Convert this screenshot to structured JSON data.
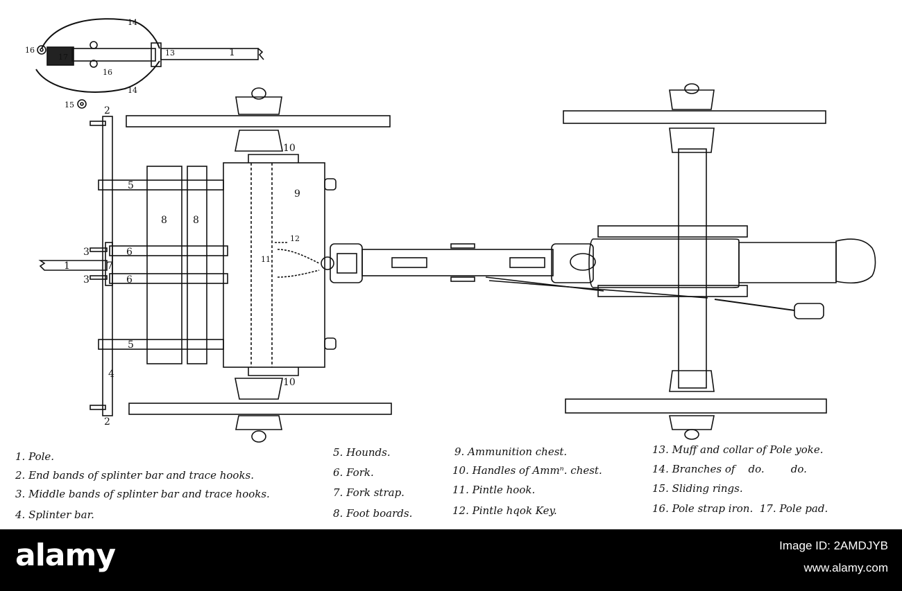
{
  "colors": {
    "ink": "#111111",
    "paper": "#ffffff",
    "footer": "#000000",
    "footer_text": "#ffffff"
  },
  "diagram": {
    "callouts": {
      "n1": "1",
      "n2": "2",
      "n3": "3",
      "n4": "4",
      "n5": "5",
      "n6": "6",
      "n7": "7",
      "n8": "8",
      "n9": "9",
      "n10": "10",
      "n11": "11",
      "n12": "12",
      "n13": "13",
      "n14": "14",
      "n15": "15",
      "n16": "16",
      "n17": "17"
    }
  },
  "legend": [
    "1. Pole.",
    "2. End bands of splinter bar and trace hooks.",
    "3. Middle bands of splinter bar and trace hooks.",
    "4. Splinter bar.",
    "5. Hounds.",
    "6. Fork.",
    "7. Fork strap.",
    "8. Foot boards.",
    "9. Ammunition chest.",
    "10. Handles of Ammⁿ. chest.",
    "11. Pintle hook.",
    "12. Pintle hqok Key.",
    "13. Muff and collar of Pole yoke.",
    "14. Branches of    do.        do.",
    "15. Sliding rings.",
    "16. Pole strap iron.  17. Pole pad."
  ],
  "footer": {
    "logo": "alamy",
    "image_id": "Image ID: 2AMDJYB",
    "site": "www.alamy.com"
  }
}
